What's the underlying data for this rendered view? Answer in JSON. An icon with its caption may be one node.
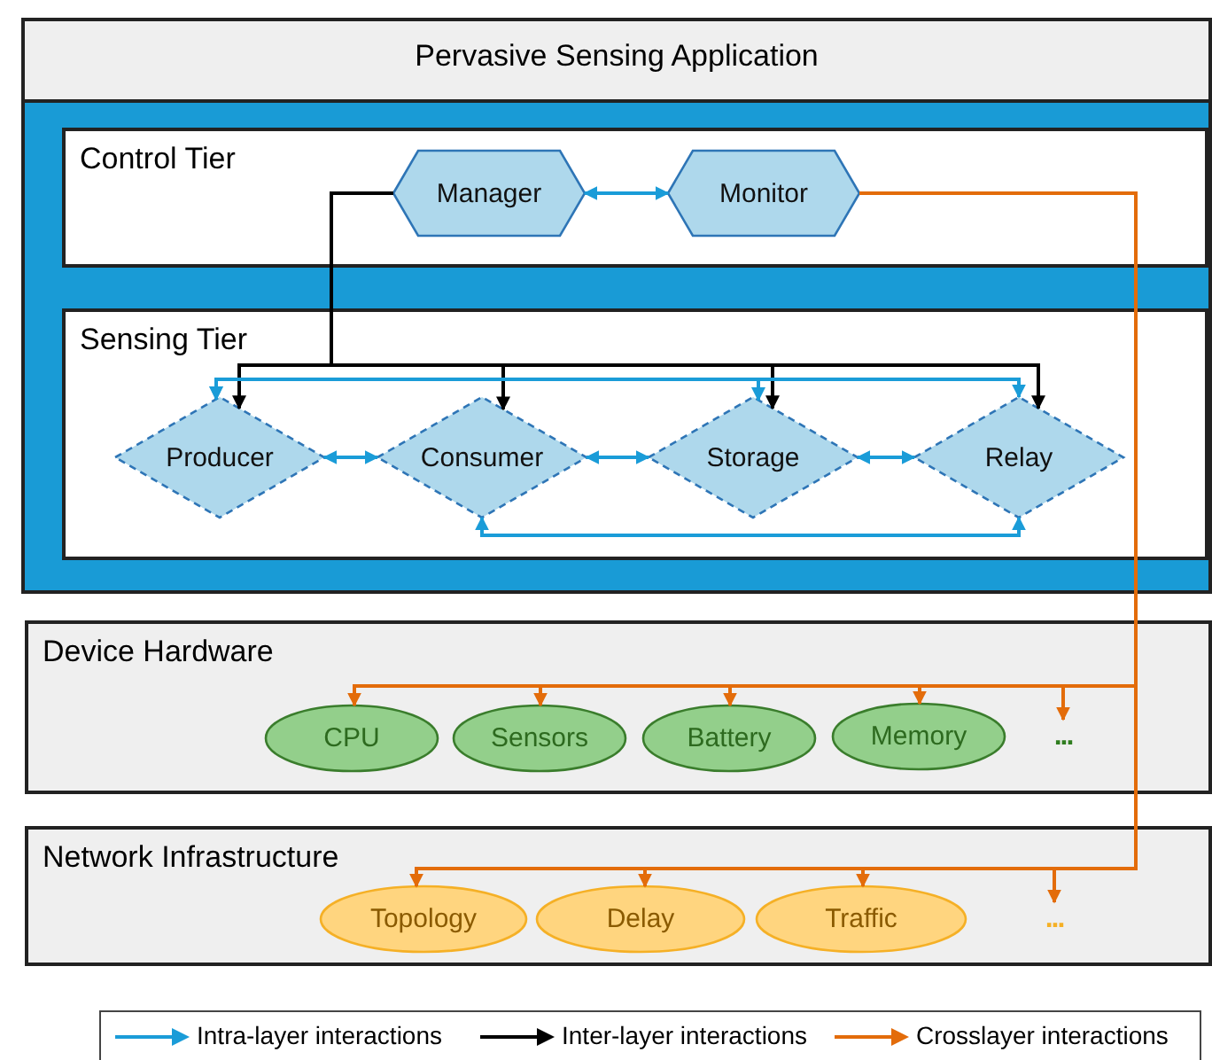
{
  "diagram": {
    "nodes": [
      {
        "text": [
          "Pervasive Sensing Application"
        ]
      },
      {
        "text": [
          "Control Tier"
        ],
        "in": 0
      },
      {
        "text": [
          "Manager"
        ],
        "in": 1
      },
      {
        "text": [
          "Monitor"
        ],
        "in": 1
      },
      {
        "text": [
          "Sensing Tier"
        ],
        "in": 0
      },
      {
        "text": [
          "Producer"
        ],
        "in": 4
      },
      {
        "text": [
          "Consumer"
        ],
        "in": 4
      },
      {
        "text": [
          "Storage"
        ],
        "in": 4
      },
      {
        "text": [
          "Relay"
        ],
        "in": 4
      },
      {
        "text": [
          "Device Hardware"
        ]
      },
      {
        "text": [
          "CPU"
        ],
        "in": 9
      },
      {
        "text": [
          "Sensors"
        ],
        "in": 9
      },
      {
        "text": [
          "Battery"
        ],
        "in": 9
      },
      {
        "text": [
          "Memory"
        ],
        "in": 9
      },
      {
        "text": [
          "..."
        ],
        "in": 9
      },
      {
        "text": [
          "Network Infrastructure"
        ]
      },
      {
        "text": [
          "Topology"
        ],
        "in": 15
      },
      {
        "text": [
          "Delay"
        ],
        "in": 15
      },
      {
        "text": [
          "Traffic"
        ],
        "in": 15
      },
      {
        "text": [
          "..."
        ],
        "in": 15
      }
    ],
    "edges": [
      {
        "from": 2,
        "to": 3,
        "arrow": "both",
        "color": "#1a9cd8"
      },
      {
        "from": 2,
        "to": 5,
        "arrow": "to",
        "color": "#000000"
      },
      {
        "from": 2,
        "to": 6,
        "arrow": "to",
        "color": "#000000"
      },
      {
        "from": 2,
        "to": 7,
        "arrow": "to",
        "color": "#000000"
      },
      {
        "from": 2,
        "to": 8,
        "arrow": "to",
        "color": "#000000"
      },
      {
        "from": 5,
        "to": 6,
        "arrow": "both",
        "color": "#1a9cd8"
      },
      {
        "from": 6,
        "to": 7,
        "arrow": "both",
        "color": "#1a9cd8"
      },
      {
        "from": 7,
        "to": 8,
        "arrow": "both",
        "color": "#1a9cd8"
      },
      {
        "from": 5,
        "to": 7,
        "arrow": "both",
        "color": "#1a9cd8"
      },
      {
        "from": 5,
        "to": 8,
        "arrow": "both",
        "color": "#1a9cd8"
      },
      {
        "from": 6,
        "to": 8,
        "arrow": "both",
        "color": "#1a9cd8"
      },
      {
        "from": 3,
        "to": 10,
        "arrow": "to"
      },
      {
        "from": 3,
        "to": 11,
        "arrow": "to"
      },
      {
        "from": 3,
        "to": 12,
        "arrow": "to"
      },
      {
        "from": 3,
        "to": 13,
        "arrow": "to"
      },
      {
        "from": 3,
        "to": 14,
        "arrow": "to"
      },
      {
        "from": 3,
        "to": 16,
        "arrow": "to"
      },
      {
        "from": 3,
        "to": 17,
        "arrow": "to"
      },
      {
        "from": 3,
        "to": 18,
        "arrow": "to"
      },
      {
        "from": 3,
        "to": 19,
        "arrow": "to"
      }
    ],
    "legend": [
      {
        "text": "Intra-layer interactions"
      },
      {
        "text": "Inter-layer interactions"
      },
      {
        "text": "Crosslayer interactions"
      }
    ]
  }
}
